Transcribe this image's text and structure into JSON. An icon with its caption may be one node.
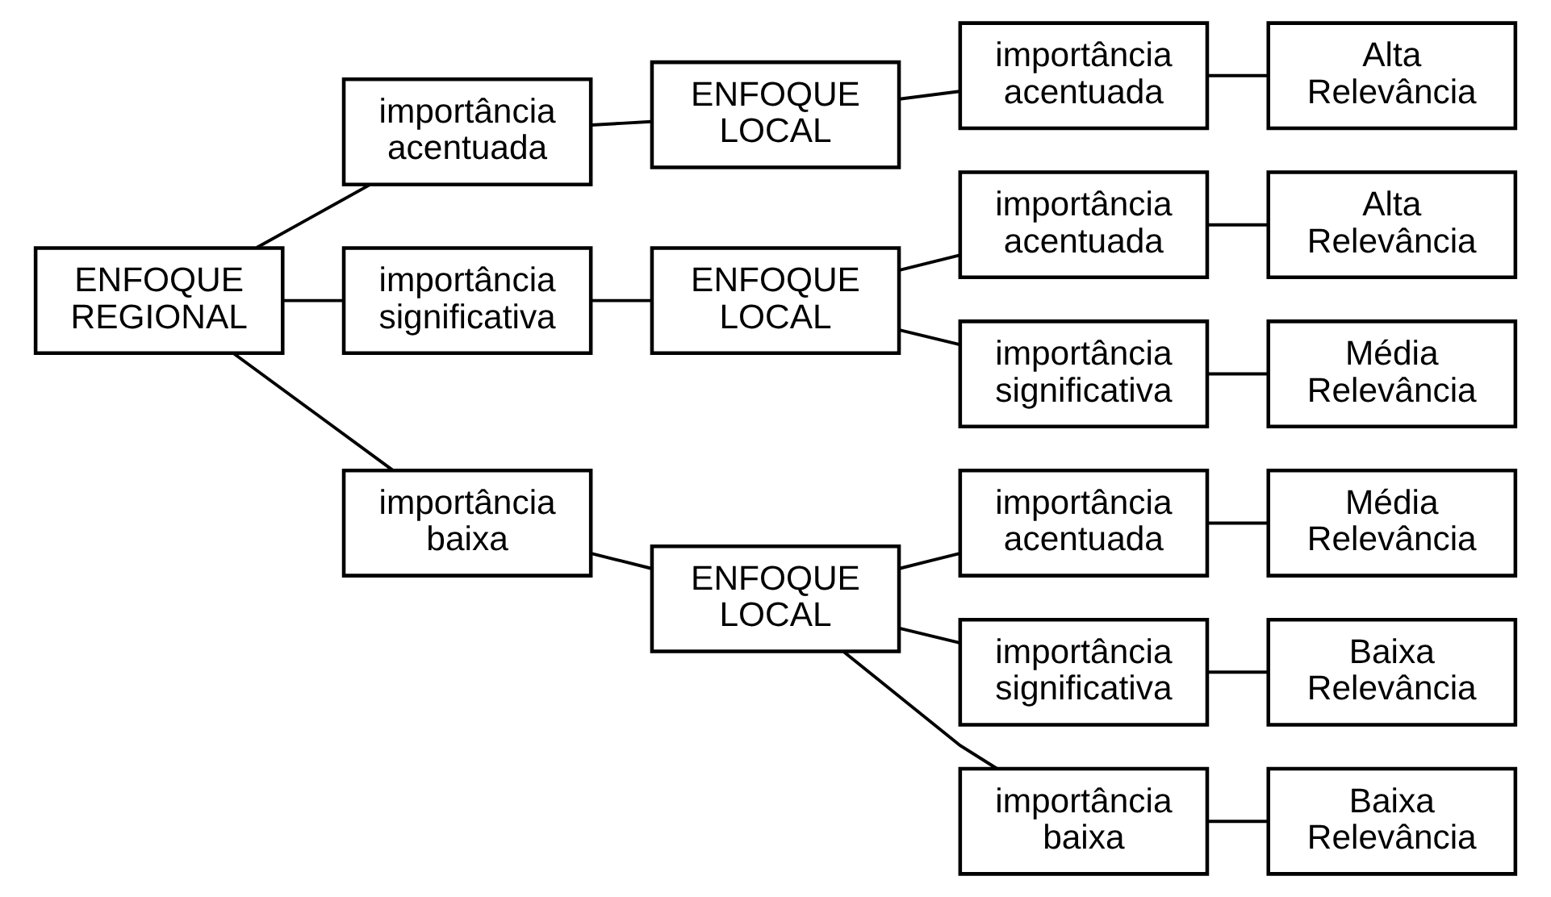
{
  "diagram": {
    "nodes": [
      {
        "text": [
          "ENFOQUE REGIONAL"
        ]
      },
      {
        "text": [
          "importância acentuada"
        ]
      },
      {
        "text": [
          "ENFOQUE LOCAL"
        ]
      },
      {
        "text": [
          "importância acentuada"
        ]
      },
      {
        "text": [
          "Alta Relevância"
        ]
      },
      {
        "text": [
          "importância significativa"
        ]
      },
      {
        "text": [
          "ENFOQUE LOCAL"
        ]
      },
      {
        "text": [
          "importância acentuada"
        ]
      },
      {
        "text": [
          "Alta Relevância"
        ]
      },
      {
        "text": [
          "importância significativa"
        ]
      },
      {
        "text": [
          "Média Relevância"
        ]
      },
      {
        "text": [
          "importância baixa"
        ]
      },
      {
        "text": [
          "ENFOQUE LOCAL"
        ]
      },
      {
        "text": [
          "importância acentuada"
        ]
      },
      {
        "text": [
          "Média Relevância"
        ]
      },
      {
        "text": [
          "importância significativa"
        ]
      },
      {
        "text": [
          "Baixa Relevância"
        ]
      },
      {
        "text": [
          "importância baixa"
        ]
      },
      {
        "text": [
          "Baixa Relevância"
        ]
      }
    ],
    "edges": [
      {
        "from": 0,
        "to": 1,
        "arrow": "none"
      },
      {
        "from": 1,
        "to": 2,
        "arrow": "none"
      },
      {
        "from": 2,
        "to": 3,
        "arrow": "none"
      },
      {
        "from": 3,
        "to": 4,
        "arrow": "none"
      },
      {
        "from": 0,
        "to": 5,
        "arrow": "none"
      },
      {
        "from": 5,
        "to": 6,
        "arrow": "none"
      },
      {
        "from": 6,
        "to": 7,
        "arrow": "none"
      },
      {
        "from": 7,
        "to": 8,
        "arrow": "none"
      },
      {
        "from": 6,
        "to": 9,
        "arrow": "none"
      },
      {
        "from": 9,
        "to": 10,
        "arrow": "none"
      },
      {
        "from": 0,
        "to": 11,
        "arrow": "none"
      },
      {
        "from": 11,
        "to": 12,
        "arrow": "none"
      },
      {
        "from": 12,
        "to": 13,
        "arrow": "none"
      },
      {
        "from": 13,
        "to": 14,
        "arrow": "none"
      },
      {
        "from": 12,
        "to": 15,
        "arrow": "none"
      },
      {
        "from": 15,
        "to": 16,
        "arrow": "none"
      },
      {
        "from": 12,
        "to": 17,
        "arrow": "none"
      },
      {
        "from": 17,
        "to": 18,
        "arrow": "none"
      }
    ]
  }
}
